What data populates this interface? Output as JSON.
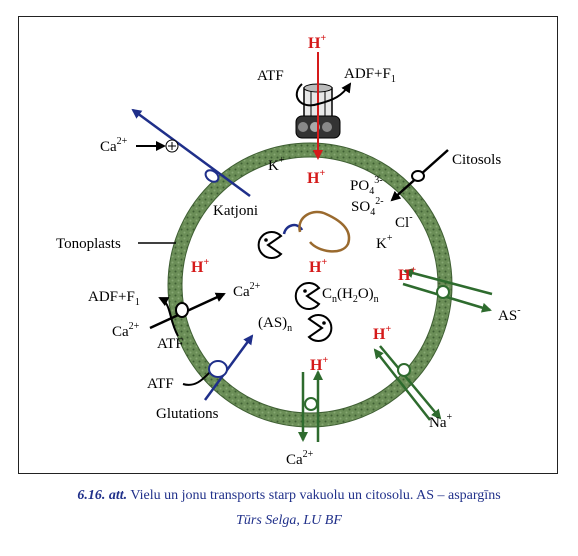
{
  "caption": {
    "number": "6.16. att.",
    "text": "Vielu un jonu transports starp vakuolu un citosolu. AS – aspargīns"
  },
  "credit": "Tūrs Selga, LU BF",
  "labels": {
    "h_plus": "H",
    "plus": "+",
    "atf": "ATF",
    "adf_f1": "ADF+F",
    "one": "1",
    "ca": "Ca",
    "two_plus": "2+",
    "k": "K",
    "katjoni": "Katjoni",
    "citosols": "Citosols",
    "po4": "PO",
    "four": "4",
    "three_minus": "3-",
    "so4": "SO",
    "two_minus": "2-",
    "cl": "Cl",
    "minus": "-",
    "tonoplasts": "Tonoplasts",
    "cn": "C",
    "n": "n",
    "h2o_open": "(H",
    "two": "2",
    "h2o_close": "O)",
    "as_open": "(AS)",
    "as": "AS",
    "na": "Na",
    "glutations": "Glutations"
  },
  "colors": {
    "membrane": "#5c7f4a",
    "h_plus": "#d51a1a",
    "blue_arrow": "#1f2f8a",
    "green_arrow": "#2e6b2e",
    "caption": "#20308a"
  }
}
